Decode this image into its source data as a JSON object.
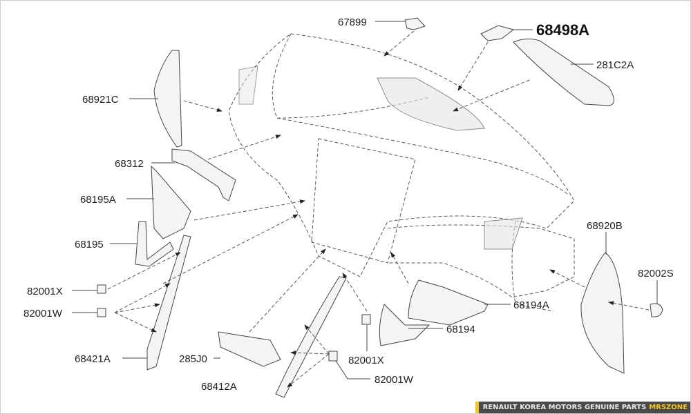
{
  "labels": {
    "p67899": "67899",
    "p68498A": "68498A",
    "p281C2A": "281C2A",
    "p68921C": "68921C",
    "p68312": "68312",
    "p68195A": "68195A",
    "p68195": "68195",
    "p82001X_left": "82001X",
    "p82001W_left": "82001W",
    "p68421A": "68421A",
    "p285J0": "285J0",
    "p68412A": "68412A",
    "p82001X_mid": "82001X",
    "p82001W_mid": "82001W",
    "p68194": "68194",
    "p68194A": "68194A",
    "p68920B": "68920B",
    "p82002S": "82002S"
  },
  "footer": {
    "text": "RENAULT KOREA MOTORS GENUINE PARTS",
    "brand": "MRSZONE",
    "accent": "#f3c623"
  }
}
